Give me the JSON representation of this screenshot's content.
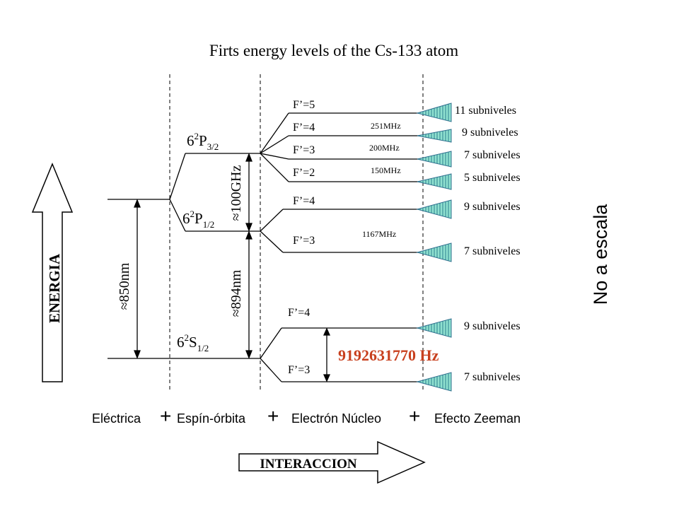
{
  "title": "Firts energy levels of the Cs-133 atom",
  "energy_axis_label": "ENERGIA",
  "interaction_label": "INTERACCION",
  "scale_note": "No a escala",
  "states": {
    "s12": {
      "prefix": "6",
      "sup": "2",
      "letter": "S",
      "sub": "1/2"
    },
    "p12": {
      "prefix": "6",
      "sup": "2",
      "letter": "P",
      "sub": "1/2"
    },
    "p32": {
      "prefix": "6",
      "sup": "2",
      "letter": "P",
      "sub": "3/2"
    }
  },
  "wavelengths": {
    "d2": "≈850nm",
    "d1": "≈894nm",
    "fine": "≈100GHz"
  },
  "hyperfine": {
    "p32": [
      "F’=5",
      "F’=4",
      "F’=3",
      "F’=2"
    ],
    "p12": [
      "F’=4",
      "F’=3"
    ],
    "s12": [
      "F’=4",
      "F’=3"
    ]
  },
  "splittings": {
    "p32_54": "251MHz",
    "p32_43": "200MHz",
    "p32_32": "150MHz",
    "p12": "1167MHz",
    "ground": "9192631770 Hz"
  },
  "zeeman_labels": [
    "11 subniveles",
    "9 subniveles",
    "7 subniveles",
    "5 subniveles",
    "9 subniveles",
    "7 subniveles",
    "9 subniveles",
    "7 subniveles"
  ],
  "interactions": {
    "electric": "Eléctrica",
    "spin_orbit": "Espín-órbita",
    "nucleus": "Electrón Núcleo",
    "zeeman": "Efecto Zeeman",
    "plus": "+"
  },
  "colors": {
    "line": "#000000",
    "highlight": "#c8401e",
    "fan_fill": "#7fd6c4",
    "fan_stroke": "#2e6f8e"
  }
}
